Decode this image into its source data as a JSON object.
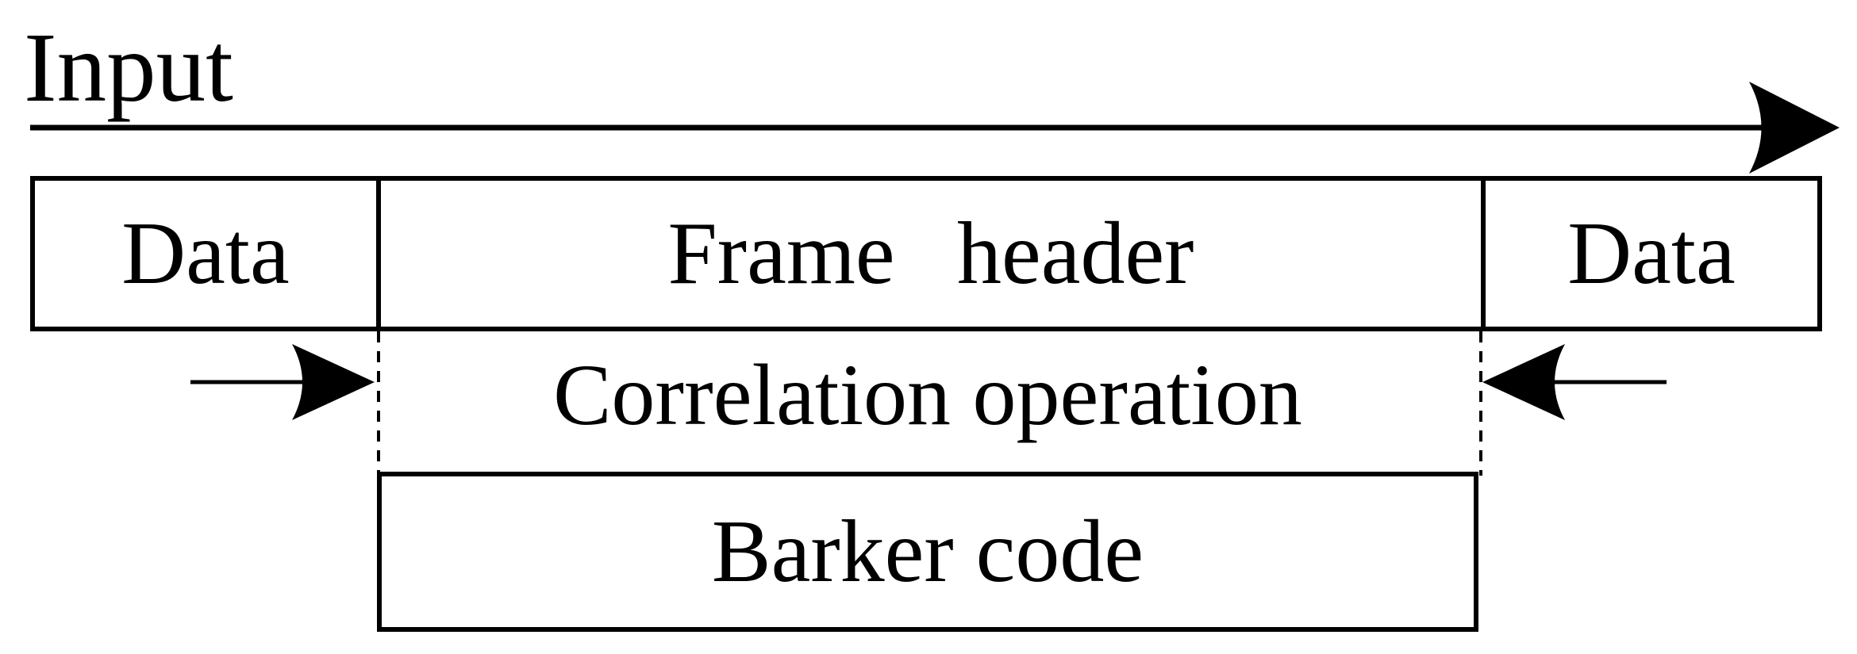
{
  "diagram": {
    "title_context": "frame synchronization input diagram",
    "input_label": "Input",
    "frame_row": {
      "cells": [
        {
          "label": "Data"
        },
        {
          "label": "Frame header"
        },
        {
          "label": "Data"
        }
      ]
    },
    "correlation_label": "Correlation operation",
    "barker_label": "Barker code",
    "icons": [
      "input-arrowhead-icon",
      "left-inward-arrowhead-icon",
      "right-inward-arrowhead-icon"
    ],
    "colors": {
      "ink": "#000000",
      "background": "#ffffff"
    }
  }
}
